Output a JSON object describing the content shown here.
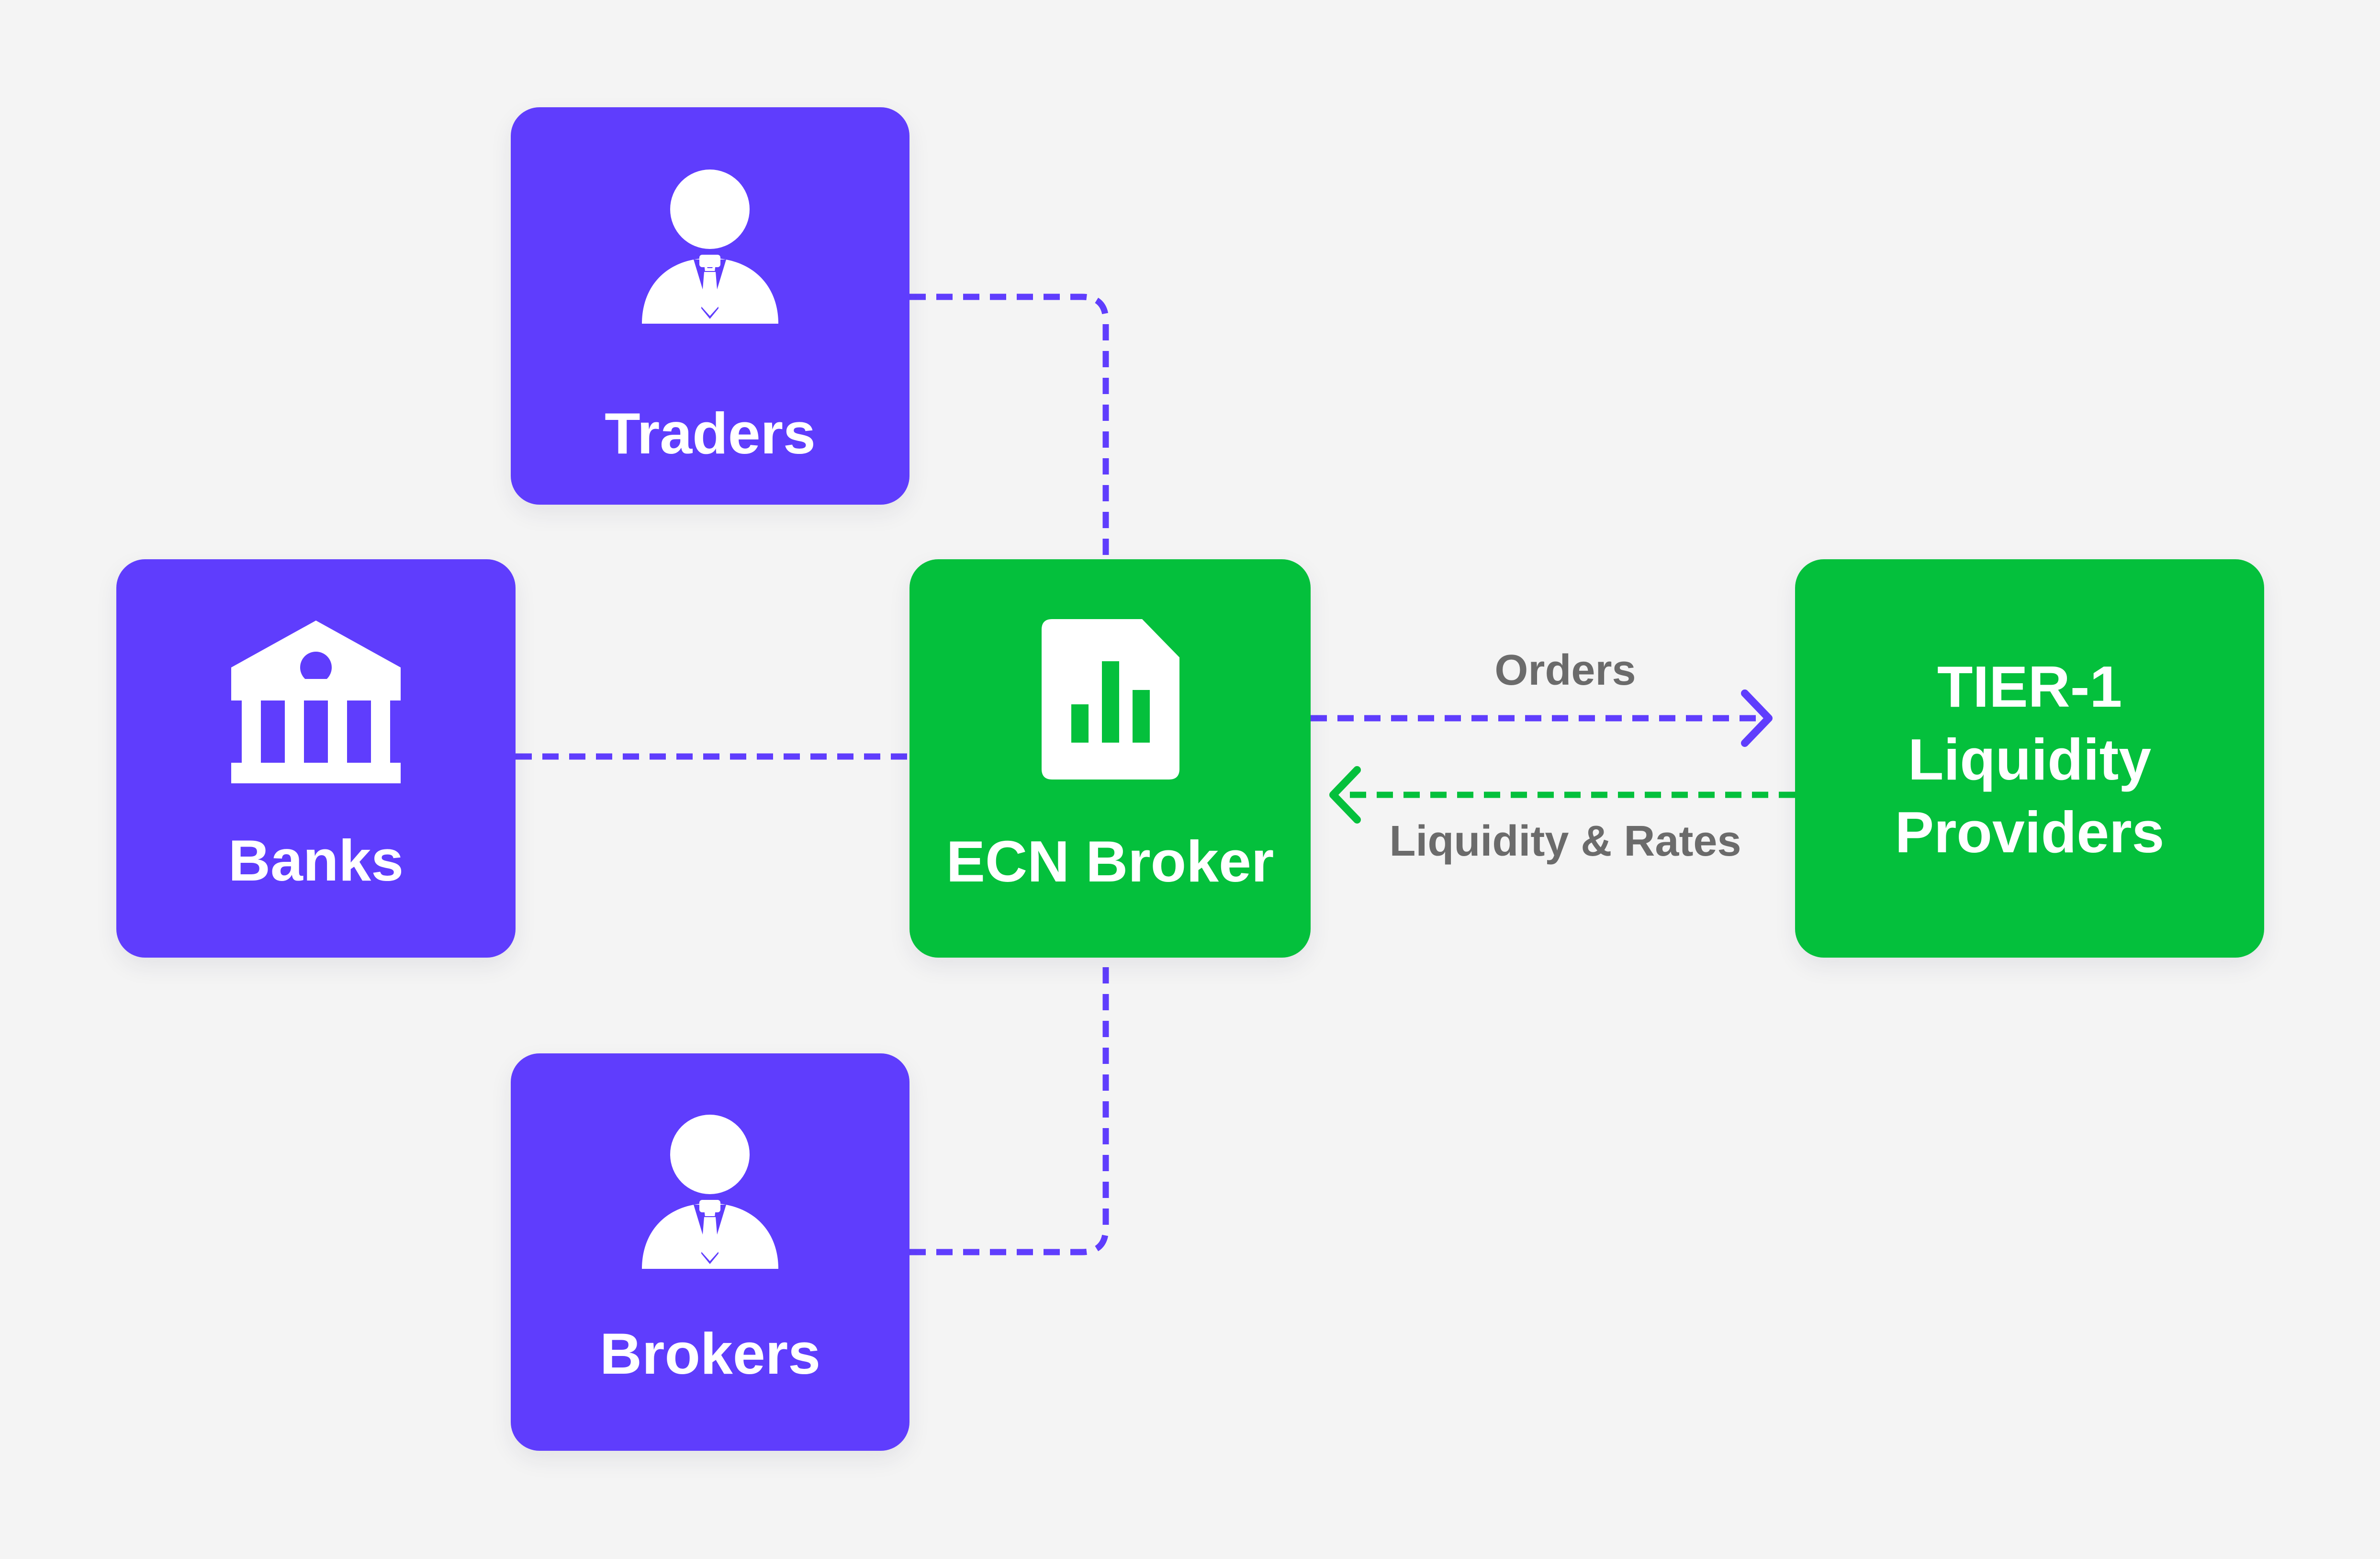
{
  "nodes": {
    "traders": {
      "label": "Traders",
      "icon": "person-with-tie-icon"
    },
    "banks": {
      "label": "Banks",
      "icon": "bank-building-icon"
    },
    "ecn_broker": {
      "label": "ECN Broker",
      "icon": "report-chart-icon"
    },
    "brokers": {
      "label": "Brokers",
      "icon": "person-with-tie-icon"
    },
    "tier1": {
      "label_lines": [
        "TIER-1",
        "Liquidity",
        "Providers"
      ]
    }
  },
  "edges": {
    "orders": {
      "label": "Orders",
      "color": "#5f3dfd"
    },
    "liquidity_rates": {
      "label": "Liquidity & Rates",
      "color": "#04c03c"
    }
  },
  "colors": {
    "background": "#f4f4f4",
    "participant": "#5f3dfd",
    "broker": "#04c03c",
    "label_text": "#6b6b6b"
  }
}
